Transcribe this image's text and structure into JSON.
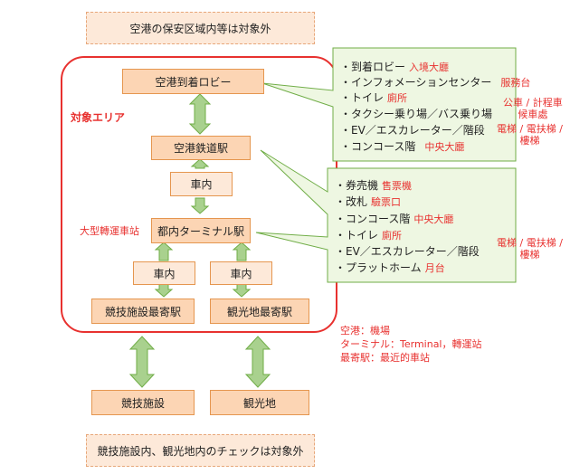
{
  "top_note": "空港の保安区域内等は対象外",
  "bottom_note": "競技施設内、観光地内のチェックは対象外",
  "area_label": "対象エリア",
  "hub_label": "大型轉運車站",
  "nodes": {
    "airport_lobby": "空港到着ロビー",
    "airport_station": "空港鉄道駅",
    "car1": "車内",
    "terminal": "都内ターミナル駅",
    "car2": "車内",
    "car3": "車内",
    "venue_station": "競技施設最寄駅",
    "sight_station": "観光地最寄駅",
    "venue": "競技施設",
    "sight": "観光地"
  },
  "callout1": {
    "items": [
      {
        "text": "・到着ロビー",
        "trans": "入境大廳"
      },
      {
        "text": "・インフォメーションセンター",
        "trans": "服務台"
      },
      {
        "text": "・トイレ",
        "trans": "廁所"
      },
      {
        "text": "・タクシー乗り場／バス乗り場",
        "trans": ""
      },
      {
        "text": "・EV／エスカレーター／階段",
        "trans": ""
      },
      {
        "text": "・コンコース階",
        "trans": "中央大廳"
      }
    ],
    "side_notes": [
      [
        "公車 / 計程車",
        "候車處"
      ],
      [
        "電梯 / 電扶梯 /",
        "樓梯"
      ]
    ]
  },
  "callout2": {
    "items": [
      {
        "text": "・券売機",
        "trans": "售票機"
      },
      {
        "text": "・改札",
        "trans": "驗票口"
      },
      {
        "text": "・コンコース階",
        "trans": "中央大廳"
      },
      {
        "text": "・トイレ",
        "trans": "廁所"
      },
      {
        "text": "・EV／エスカレーター／階段",
        "trans": ""
      },
      {
        "text": "・プラットホーム",
        "trans": "月台"
      }
    ],
    "side_notes": [
      [
        "電梯 / 電扶梯 /",
        "樓梯"
      ]
    ]
  },
  "legend": [
    "空港：機場",
    "ターミナル：Terminal，轉運站",
    "最寄駅：最近的車站"
  ],
  "colors": {
    "box_fill": "#fcd5b4",
    "box_border": "#e5964f",
    "arrow_fill": "#a9d18e",
    "arrow_border": "#70ad47",
    "callout_fill": "#eef7e2",
    "area_border": "#e8312f",
    "annotation": "#e8312f"
  }
}
